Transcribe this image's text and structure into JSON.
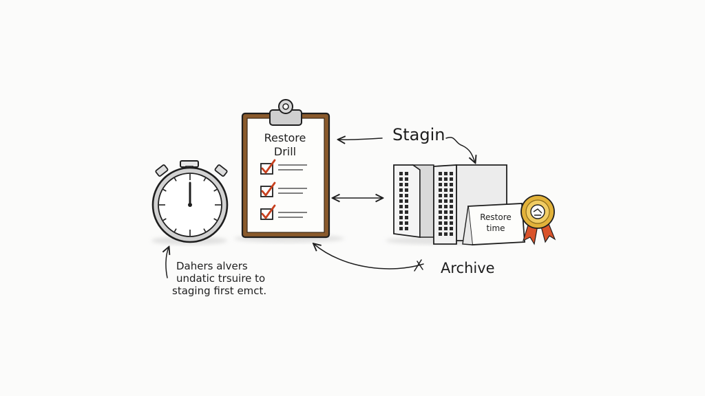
{
  "clipboard": {
    "title_line1": "Restore",
    "title_line2": "Drill",
    "checklist": [
      {
        "checked": true
      },
      {
        "checked": true
      },
      {
        "checked": true
      }
    ]
  },
  "labels": {
    "staging": "Stagin",
    "archive": "Archive",
    "sign_line1": "Restore",
    "sign_line2": "time"
  },
  "note": {
    "line1": "Dahers alvers",
    "line2": "undatic trsuire to",
    "line3": "staging first emct."
  },
  "colors": {
    "ink": "#1e1e1e",
    "check": "#c8401e",
    "clipboard_frame": "#7a4a22",
    "medal_gold": "#e2b23a",
    "ribbon": "#d9532b"
  }
}
